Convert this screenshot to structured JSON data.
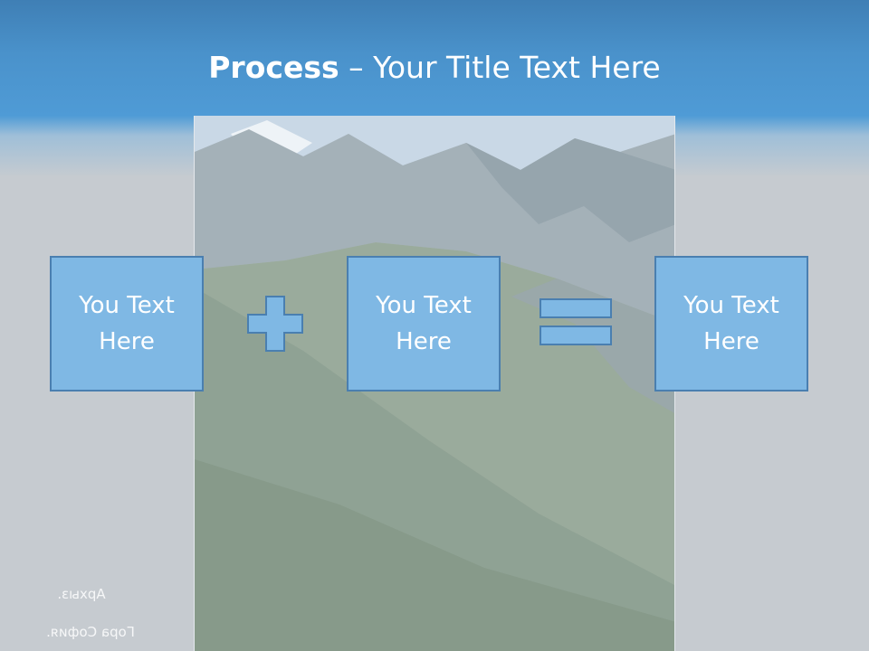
{
  "slide": {
    "title_bold": "Process",
    "title_rest": " – Your Title Text Here",
    "boxes": [
      {
        "text": "You Text Here"
      },
      {
        "text": "You Text Here"
      },
      {
        "text": "You Text Here"
      }
    ],
    "operators": [
      "plus-icon",
      "equals-icon"
    ],
    "captions": [
      "Архыз.",
      "Гора София."
    ],
    "colors": {
      "header": "#4f9bd6",
      "box_fill": "#7fb8e4",
      "box_border": "#4a7fb0",
      "background": "#c6cbd0",
      "text": "#ffffff"
    }
  }
}
